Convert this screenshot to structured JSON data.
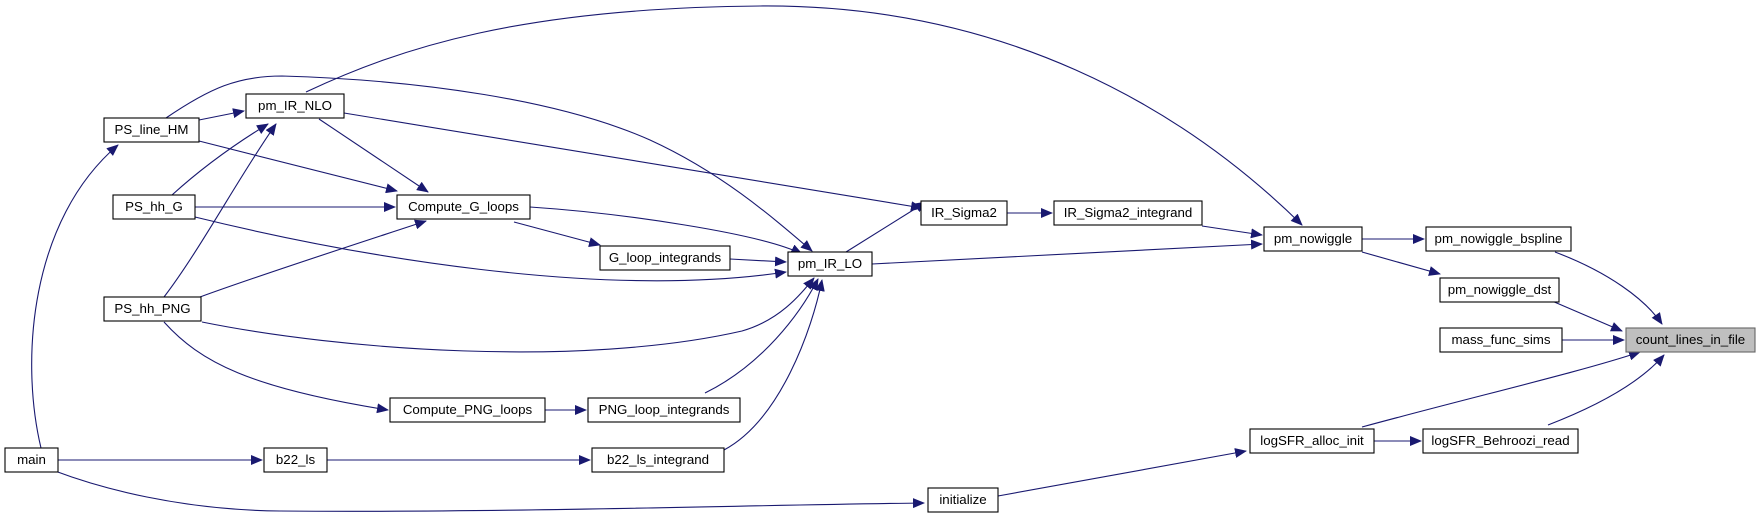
{
  "diagram": {
    "type": "call-graph",
    "colors": {
      "edge": "#191970",
      "node_border": "#000000",
      "node_fill": "#ffffff",
      "root_fill": "#bfbfbf",
      "root_border": "#666666"
    },
    "nodes": {
      "count_lines_in_file": "count_lines_in_file",
      "pm_nowiggle_bspline": "pm_nowiggle_bspline",
      "pm_nowiggle_dst": "pm_nowiggle_dst",
      "mass_func_sims": "mass_func_sims",
      "logSFR_Behroozi_read": "logSFR_Behroozi_read",
      "logSFR_alloc_init": "logSFR_alloc_init",
      "pm_nowiggle": "pm_nowiggle",
      "IR_Sigma2_integrand": "IR_Sigma2_integrand",
      "IR_Sigma2": "IR_Sigma2",
      "pm_IR_LO": "pm_IR_LO",
      "G_loop_integrands": "G_loop_integrands",
      "Compute_G_loops": "Compute_G_loops",
      "pm_IR_NLO": "pm_IR_NLO",
      "PS_line_HM": "PS_line_HM",
      "PS_hh_G": "PS_hh_G",
      "PS_hh_PNG": "PS_hh_PNG",
      "PNG_loop_integrands": "PNG_loop_integrands",
      "Compute_PNG_loops": "Compute_PNG_loops",
      "b22_ls_integrand": "b22_ls_integrand",
      "b22_ls": "b22_ls",
      "main": "main",
      "initialize": "initialize"
    },
    "edges": [
      [
        "pm_nowiggle_bspline",
        "count_lines_in_file"
      ],
      [
        "pm_nowiggle_dst",
        "count_lines_in_file"
      ],
      [
        "mass_func_sims",
        "count_lines_in_file"
      ],
      [
        "logSFR_alloc_init",
        "count_lines_in_file"
      ],
      [
        "logSFR_Behroozi_read",
        "count_lines_in_file"
      ],
      [
        "pm_nowiggle",
        "pm_nowiggle_bspline"
      ],
      [
        "pm_nowiggle",
        "pm_nowiggle_dst"
      ],
      [
        "logSFR_alloc_init",
        "logSFR_Behroozi_read"
      ],
      [
        "IR_Sigma2_integrand",
        "pm_nowiggle"
      ],
      [
        "pm_IR_LO",
        "pm_nowiggle"
      ],
      [
        "pm_IR_NLO",
        "pm_nowiggle"
      ],
      [
        "IR_Sigma2",
        "IR_Sigma2_integrand"
      ],
      [
        "pm_IR_LO",
        "IR_Sigma2"
      ],
      [
        "pm_IR_NLO",
        "IR_Sigma2"
      ],
      [
        "G_loop_integrands",
        "pm_IR_LO"
      ],
      [
        "Compute_G_loops",
        "pm_IR_LO"
      ],
      [
        "PS_line_HM",
        "pm_IR_LO"
      ],
      [
        "PS_hh_G",
        "pm_IR_LO"
      ],
      [
        "PS_hh_PNG",
        "pm_IR_LO"
      ],
      [
        "PNG_loop_integrands",
        "pm_IR_LO"
      ],
      [
        "b22_ls_integrand",
        "pm_IR_LO"
      ],
      [
        "Compute_G_loops",
        "G_loop_integrands"
      ],
      [
        "pm_IR_NLO",
        "Compute_G_loops"
      ],
      [
        "PS_line_HM",
        "Compute_G_loops"
      ],
      [
        "PS_hh_G",
        "Compute_G_loops"
      ],
      [
        "PS_hh_PNG",
        "Compute_G_loops"
      ],
      [
        "PS_line_HM",
        "pm_IR_NLO"
      ],
      [
        "PS_hh_G",
        "pm_IR_NLO"
      ],
      [
        "PS_hh_PNG",
        "pm_IR_NLO"
      ],
      [
        "main",
        "PS_line_HM"
      ],
      [
        "PS_hh_PNG",
        "Compute_PNG_loops"
      ],
      [
        "Compute_PNG_loops",
        "PNG_loop_integrands"
      ],
      [
        "b22_ls",
        "b22_ls_integrand"
      ],
      [
        "main",
        "b22_ls"
      ],
      [
        "main",
        "initialize"
      ],
      [
        "initialize",
        "logSFR_alloc_init"
      ]
    ]
  }
}
